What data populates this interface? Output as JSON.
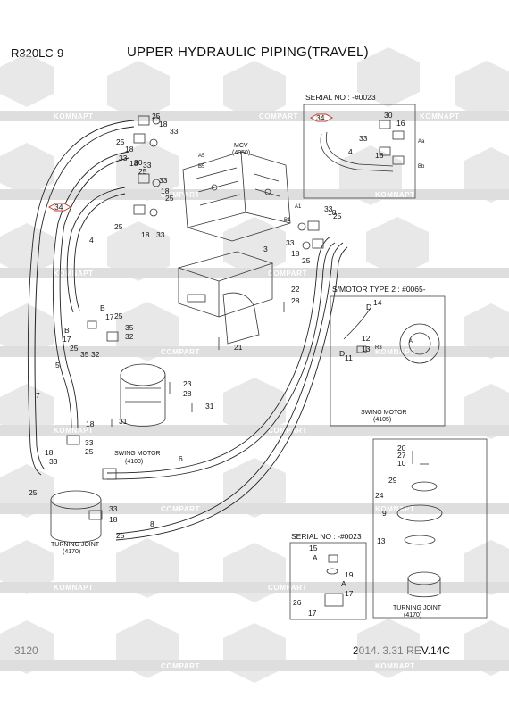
{
  "header": {
    "model": "R320LC-9",
    "title": "UPPER HYDRAULIC PIPING(TRAVEL)"
  },
  "footer": {
    "page_number": "3120",
    "revision": "2014. 3.31  REV.14C"
  },
  "watermark": {
    "text_a": "KOMNAPT",
    "text_b": "COMPART"
  },
  "captions": {
    "mcv": "MCV",
    "mcv_code": "(4050)",
    "swing_motor": "SWING MOTOR",
    "swing_motor_code": "(4100)",
    "turning_joint": "TURNING JOINT",
    "turning_joint_code": "(4170)"
  },
  "insets": {
    "serial_top": "SERIAL NO : -#0023",
    "smotor_type2": "S/MOTOR TYPE 2 : #0065-",
    "smotor_caption": "SWING MOTOR",
    "smotor_code": "(4105)",
    "serial_bottom": "SERIAL NO : -#0023",
    "tj_caption": "TURNING JOINT",
    "tj_code": "(4170)"
  },
  "part_labels": {
    "p25a": "25",
    "p18a": "18",
    "p33a": "33",
    "p25b": "25",
    "p18b": "18",
    "p33b": "33",
    "p30a": "30",
    "p33c": "33",
    "p18c": "18",
    "p25c": "25",
    "p34a": "34",
    "p4a": "4",
    "p25d": "25",
    "p18d": "18",
    "p33d": "33",
    "p33e": "33",
    "p18e": "18",
    "p25e": "25",
    "p3": "3",
    "p33f": "33",
    "p18f": "18",
    "p25f": "25",
    "pBa": "B",
    "p17a": "17",
    "p25g": "25",
    "pBb": "B",
    "p17b": "17",
    "p35a": "35",
    "p32a": "32",
    "p25h": "25",
    "p35b": "35",
    "p32b": "32",
    "p5": "5",
    "p7": "7",
    "p22": "22",
    "p28a": "28",
    "p21": "21",
    "p23": "23",
    "p28b": "28",
    "p31a": "31",
    "p31b": "31",
    "p18g": "18",
    "p33g": "33",
    "p18h": "18",
    "p33h": "33",
    "p25i": "25",
    "p6": "6",
    "p25j": "25",
    "p33i": "33",
    "p18i": "18",
    "p8": "8",
    "p25k": "25",
    "t34": "34",
    "t30": "30",
    "t16a": "16",
    "t33": "33",
    "t4": "4",
    "t16b": "16",
    "m14": "14",
    "mD1": "D",
    "m12": "12",
    "m13": "13",
    "m11": "11",
    "mD2": "D",
    "r20": "20",
    "r27": "27",
    "r10": "10",
    "r29": "29",
    "r24": "24",
    "r9": "9",
    "r13": "13",
    "b15": "15",
    "bA1": "A",
    "b19": "19",
    "bA2": "A",
    "b17": "17",
    "b26": "26",
    "b17b": "17"
  },
  "port_labels": {
    "pa5": "A5",
    "pb5": "B5",
    "pa1": "A1",
    "pb1": "B1",
    "ia": "Aa",
    "ib": "Bb",
    "ma": "A",
    "mr": "R3"
  }
}
